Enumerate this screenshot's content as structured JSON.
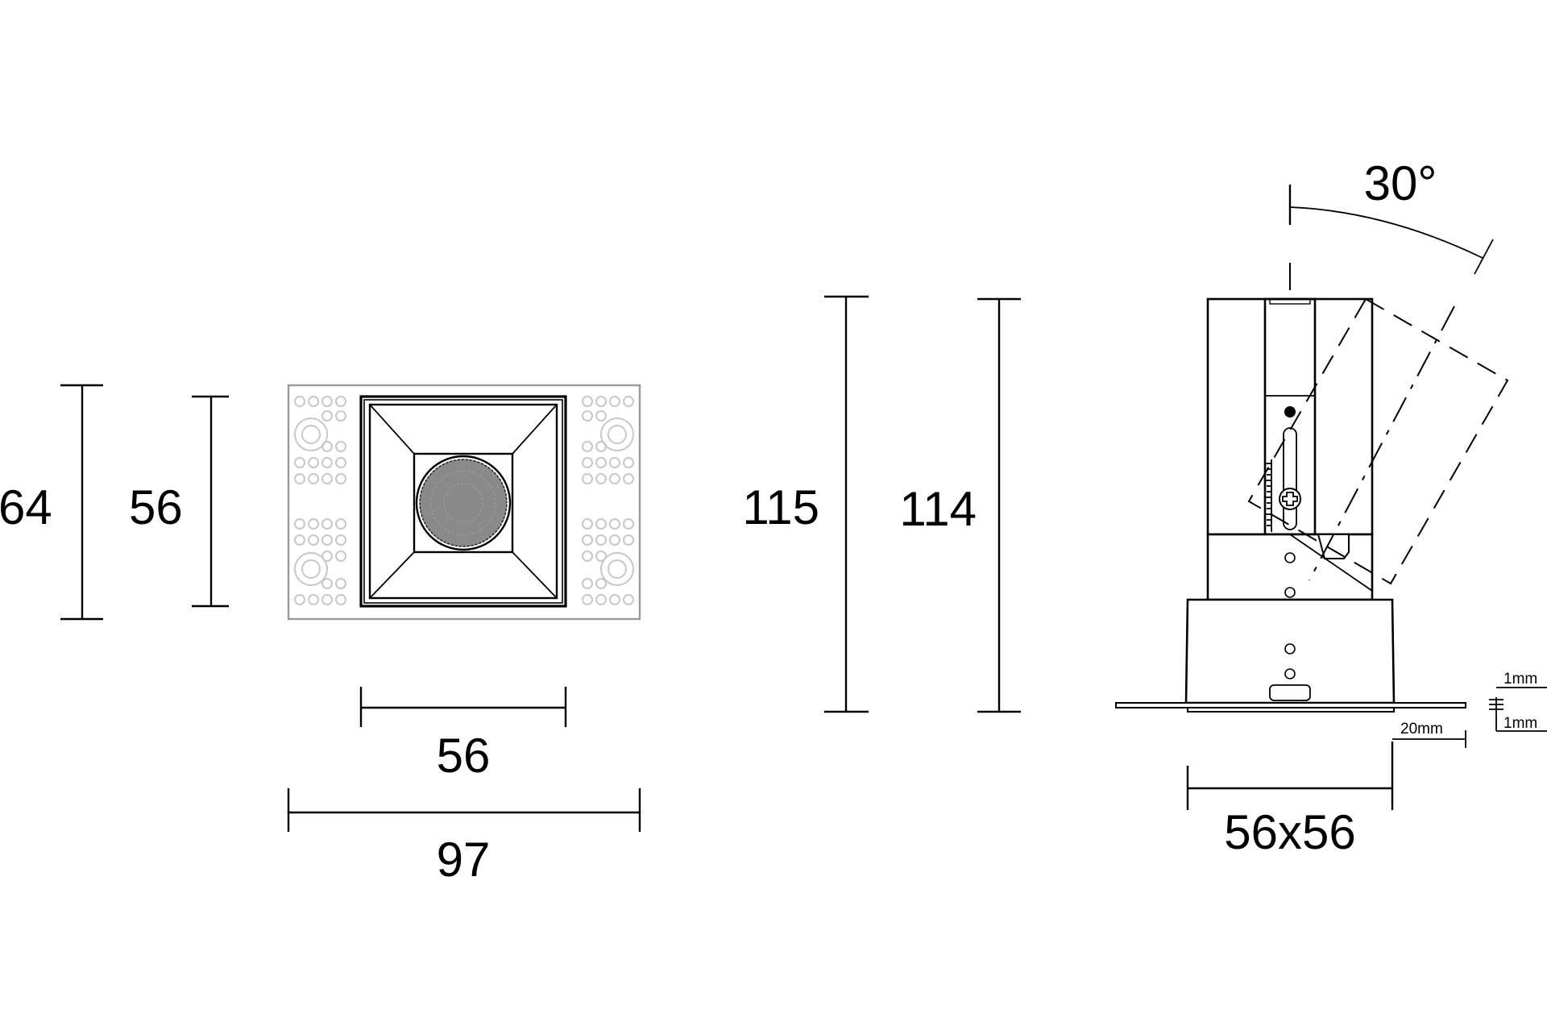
{
  "drawing": {
    "type": "technical dimension drawing",
    "views": [
      "front-view",
      "side-view"
    ],
    "units_note": "mm",
    "colors": {
      "line": "#000000",
      "trim_outline": "#c8c8c8",
      "lens": "#8a8a8a",
      "background": "#ffffff"
    }
  },
  "front_view": {
    "height_outer_label": "64",
    "height_inner_label": "56",
    "width_inner_label": "56",
    "width_outer_label": "97"
  },
  "side_view": {
    "height_total_label": "115",
    "height_body_label": "114",
    "tilt_angle_label": "30°",
    "base_label": "56x56",
    "flange_label": "20mm",
    "thickness_top_label": "1mm",
    "thickness_bottom_label": "1mm"
  }
}
